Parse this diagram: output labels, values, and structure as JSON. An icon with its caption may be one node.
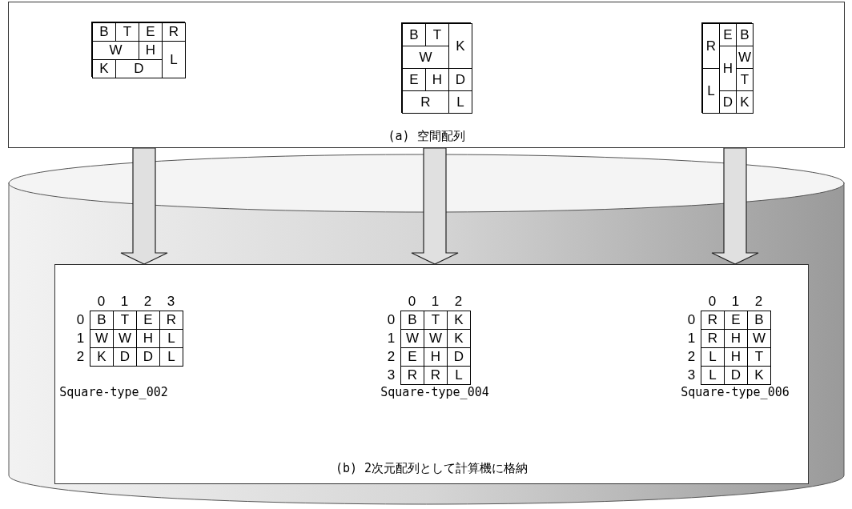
{
  "diagram": {
    "nodes": [
      {
        "text": [
          "(a) 空間配列"
        ]
      },
      {
        "text": [],
        "shape": "box",
        "in": 0
      },
      {
        "text": [
          "B"
        ],
        "in": 1
      },
      {
        "text": [
          "T"
        ],
        "in": 1
      },
      {
        "text": [
          "E"
        ],
        "in": 1
      },
      {
        "text": [
          "R"
        ],
        "in": 1
      },
      {
        "text": [
          "W"
        ],
        "in": 1
      },
      {
        "text": [
          "H"
        ],
        "in": 1
      },
      {
        "text": [
          "L"
        ],
        "in": 1
      },
      {
        "text": [
          "K"
        ],
        "in": 1
      },
      {
        "text": [
          "D"
        ],
        "in": 1
      },
      {
        "text": [],
        "shape": "box",
        "in": 0
      },
      {
        "text": [
          "B"
        ],
        "in": 11
      },
      {
        "text": [
          "T"
        ],
        "in": 11
      },
      {
        "text": [
          "K"
        ],
        "in": 11
      },
      {
        "text": [
          "W"
        ],
        "in": 11
      },
      {
        "text": [
          "E"
        ],
        "in": 11
      },
      {
        "text": [
          "H"
        ],
        "in": 11
      },
      {
        "text": [
          "D"
        ],
        "in": 11
      },
      {
        "text": [
          "R"
        ],
        "in": 11
      },
      {
        "text": [
          "L"
        ],
        "in": 11
      },
      {
        "text": [],
        "shape": "box",
        "in": 0
      },
      {
        "text": [
          "R"
        ],
        "in": 21
      },
      {
        "text": [
          "E"
        ],
        "in": 21
      },
      {
        "text": [
          "B"
        ],
        "in": 21
      },
      {
        "text": [
          "H"
        ],
        "in": 21
      },
      {
        "text": [
          "W"
        ],
        "in": 21
      },
      {
        "text": [
          "L"
        ],
        "in": 21
      },
      {
        "text": [
          "T"
        ],
        "in": 21
      },
      {
        "text": [
          "D"
        ],
        "in": 21
      },
      {
        "text": [
          "K"
        ],
        "in": 21
      },
      {
        "text": [],
        "shape": "cylinder"
      },
      {
        "text": [
          "(b) 2次元配列として計算機に格納"
        ],
        "in": 31
      }
    ],
    "edges": [
      {
        "from": 0,
        "to": 32,
        "arrow": "to"
      },
      {
        "from": 0,
        "to": 32,
        "arrow": "to"
      },
      {
        "from": 0,
        "to": 32,
        "arrow": "to"
      }
    ],
    "labels": [
      "0",
      "1",
      "2",
      "3",
      "0",
      "B",
      "T",
      "E",
      "R",
      "1",
      "W",
      "W",
      "H",
      "L",
      "2",
      "K",
      "D",
      "D",
      "L",
      "Square-type_002",
      "0",
      "1",
      "2",
      "0",
      "B",
      "T",
      "K",
      "1",
      "W",
      "W",
      "K",
      "2",
      "E",
      "H",
      "D",
      "3",
      "R",
      "R",
      "L",
      "Square-type_004",
      "0",
      "1",
      "2",
      "0",
      "R",
      "E",
      "B",
      "1",
      "R",
      "H",
      "W",
      "2",
      "L",
      "H",
      "T",
      "3",
      "L",
      "D",
      "K",
      "Square-type_006"
    ]
  }
}
